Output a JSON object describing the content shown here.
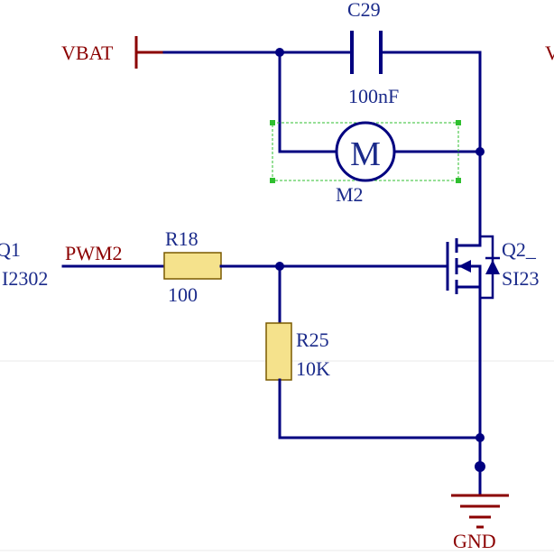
{
  "colors": {
    "wire": "#000080",
    "net_label": "#8b0000",
    "designator": "#1a2a8a",
    "resistor_fill": "#f5e28c",
    "resistor_stroke": "#7a5a00",
    "selection": "#2fbf2f",
    "ground": "#8b0000"
  },
  "nets": {
    "vbat": "VBAT",
    "vbat_right": "V",
    "pwm": "PWM2",
    "gnd": "GND"
  },
  "components": {
    "c29": {
      "designator": "C29",
      "value": "100nF"
    },
    "m2": {
      "designator": "M2",
      "symbol": "M"
    },
    "r18": {
      "designator": "R18",
      "value": "100"
    },
    "r25": {
      "designator": "R25",
      "value": "10K"
    },
    "q2": {
      "designator": "Q2_",
      "part": "SI23"
    },
    "q1_partial": {
      "designator": "Q1",
      "part": "I2302"
    }
  }
}
